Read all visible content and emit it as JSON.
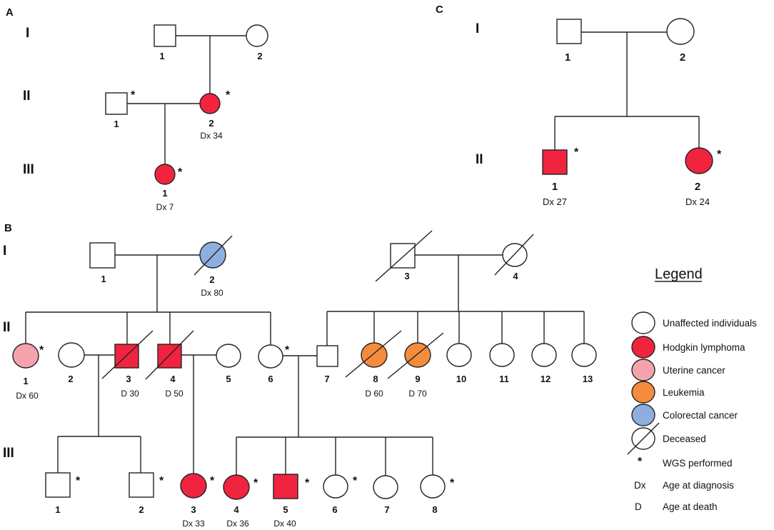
{
  "colors": {
    "unaffected": "#ffffff",
    "hodgkin": "#f0243f",
    "uterine": "#f4a3ac",
    "leukemia": "#f58b3d",
    "colorectal": "#8faee0"
  },
  "panels": {
    "a": "A",
    "b": "B",
    "c": "C"
  },
  "generations": {
    "g1": "I",
    "g2": "II",
    "g3": "III"
  },
  "marker": "*",
  "pedigree_a": {
    "i1": "1",
    "i2": "2",
    "ii1": "1",
    "ii2": "2",
    "ii2_dx": "Dx 34",
    "iii1": "1",
    "iii1_dx": "Dx 7"
  },
  "pedigree_c": {
    "i1": "1",
    "i2": "2",
    "ii1": "1",
    "ii1_dx": "Dx 27",
    "ii2": "2",
    "ii2_dx": "Dx 24"
  },
  "pedigree_b": {
    "i1": "1",
    "i2": "2",
    "i2_dx": "Dx 80",
    "i3": "3",
    "i4": "4",
    "ii1": "1",
    "ii1_dx": "Dx 60",
    "ii2": "2",
    "ii3": "3",
    "ii3_d": "D 30",
    "ii4": "4",
    "ii4_d": "D 50",
    "ii5": "5",
    "ii6": "6",
    "ii7": "7",
    "ii8": "8",
    "ii8_d": "D 60",
    "ii9": "9",
    "ii9_d": "D 70",
    "ii10": "10",
    "ii11": "11",
    "ii12": "12",
    "ii13": "13",
    "iii1": "1",
    "iii2": "2",
    "iii3": "3",
    "iii3_dx": "Dx 33",
    "iii4": "4",
    "iii4_dx": "Dx 36",
    "iii5": "5",
    "iii5_dx": "Dx 40",
    "iii6": "6",
    "iii7": "7",
    "iii8": "8"
  },
  "legend": {
    "title": "Legend",
    "items": [
      {
        "label": "Unaffected individuals",
        "color": "#ffffff"
      },
      {
        "label": "Hodgkin lymphoma",
        "color": "#f0243f"
      },
      {
        "label": "Uterine cancer",
        "color": "#f4a3ac"
      },
      {
        "label": "Leukemia",
        "color": "#f58b3d"
      },
      {
        "label": "Colorectal cancer",
        "color": "#8faee0"
      },
      {
        "label": "Deceased"
      }
    ],
    "wgs": "WGS performed",
    "dx_abbr": "Dx",
    "dx_text": "Age at diagnosis",
    "d_abbr": "D",
    "d_text": "Age at death"
  }
}
